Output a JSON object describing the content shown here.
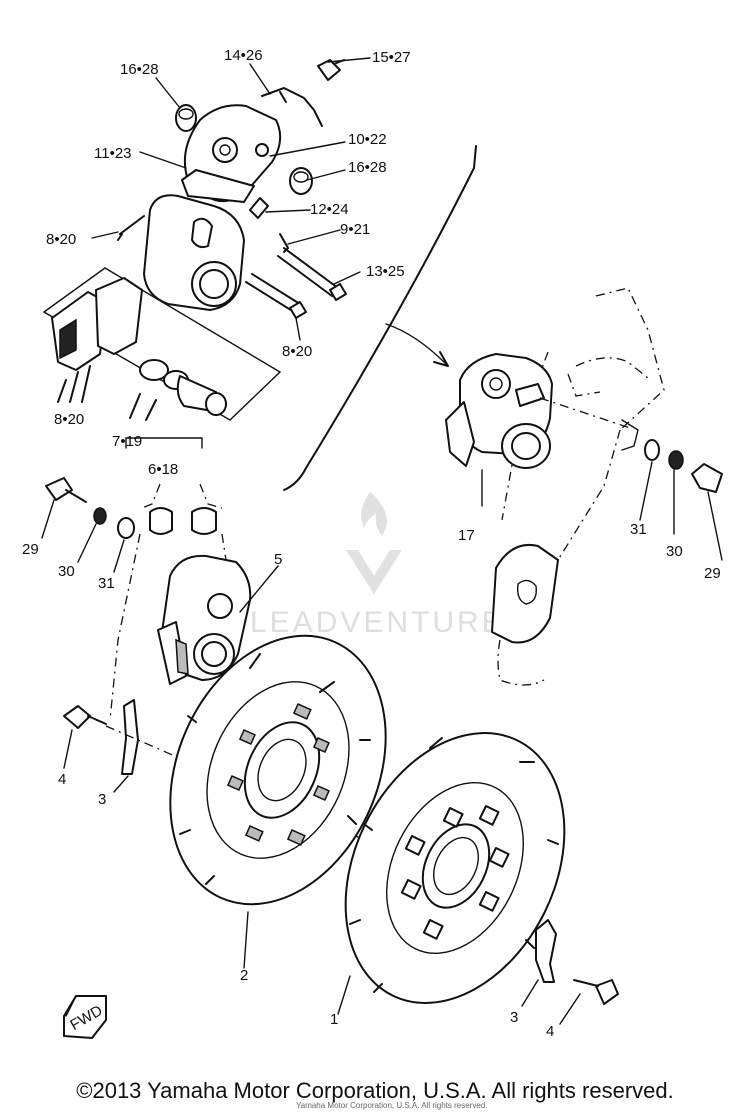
{
  "labels": {
    "p16_28a": "16•28",
    "p14_26": "14•26",
    "p15_27": "15•27",
    "p10_22": "10•22",
    "p11_23": "11•23",
    "p16_28b": "16•28",
    "p12_24": "12•24",
    "p8_20a": "8•20",
    "p9_21": "9•21",
    "p13_25": "13•25",
    "p8_20b": "8•20",
    "p8_20c": "8•20",
    "p7_19": "7•19",
    "p6_18": "6•18",
    "p29a": "29",
    "p30a": "30",
    "p31a": "31",
    "p5": "5",
    "p17": "17",
    "p31b": "31",
    "p30b": "30",
    "p29b": "29",
    "p4a": "4",
    "p3a": "3",
    "p2": "2",
    "p1": "1",
    "p3b": "3",
    "p4b": "4",
    "fwd": "FWD"
  },
  "watermark": "LEADVENTURE",
  "copyright": "©2013 Yamaha Motor Corporation, U.S.A. All rights reserved.",
  "fineprint": "Yamaha Motor Corporation, U.S.A. All rights reserved."
}
